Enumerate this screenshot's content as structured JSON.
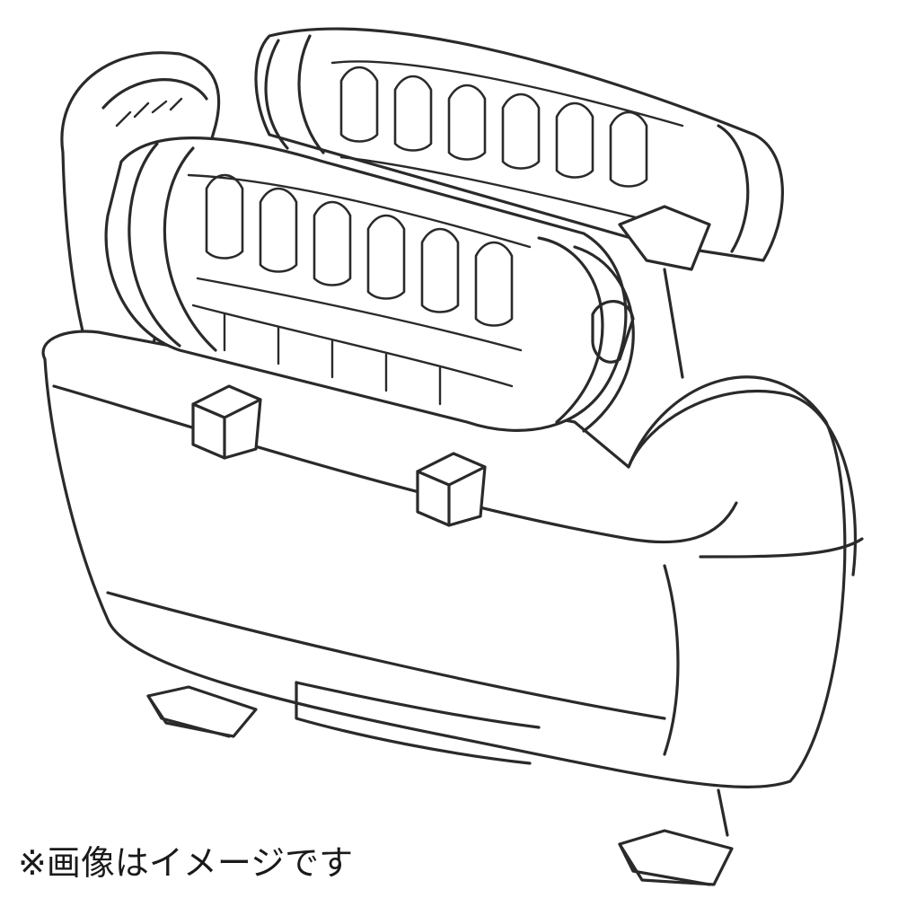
{
  "figure": {
    "subject": "epilator-head-replacement-part",
    "style": "black line drawing on white background",
    "line_color": "#2a2a2a",
    "background_color": "#ffffff"
  },
  "caption": {
    "text": "※画像はイメージです"
  }
}
